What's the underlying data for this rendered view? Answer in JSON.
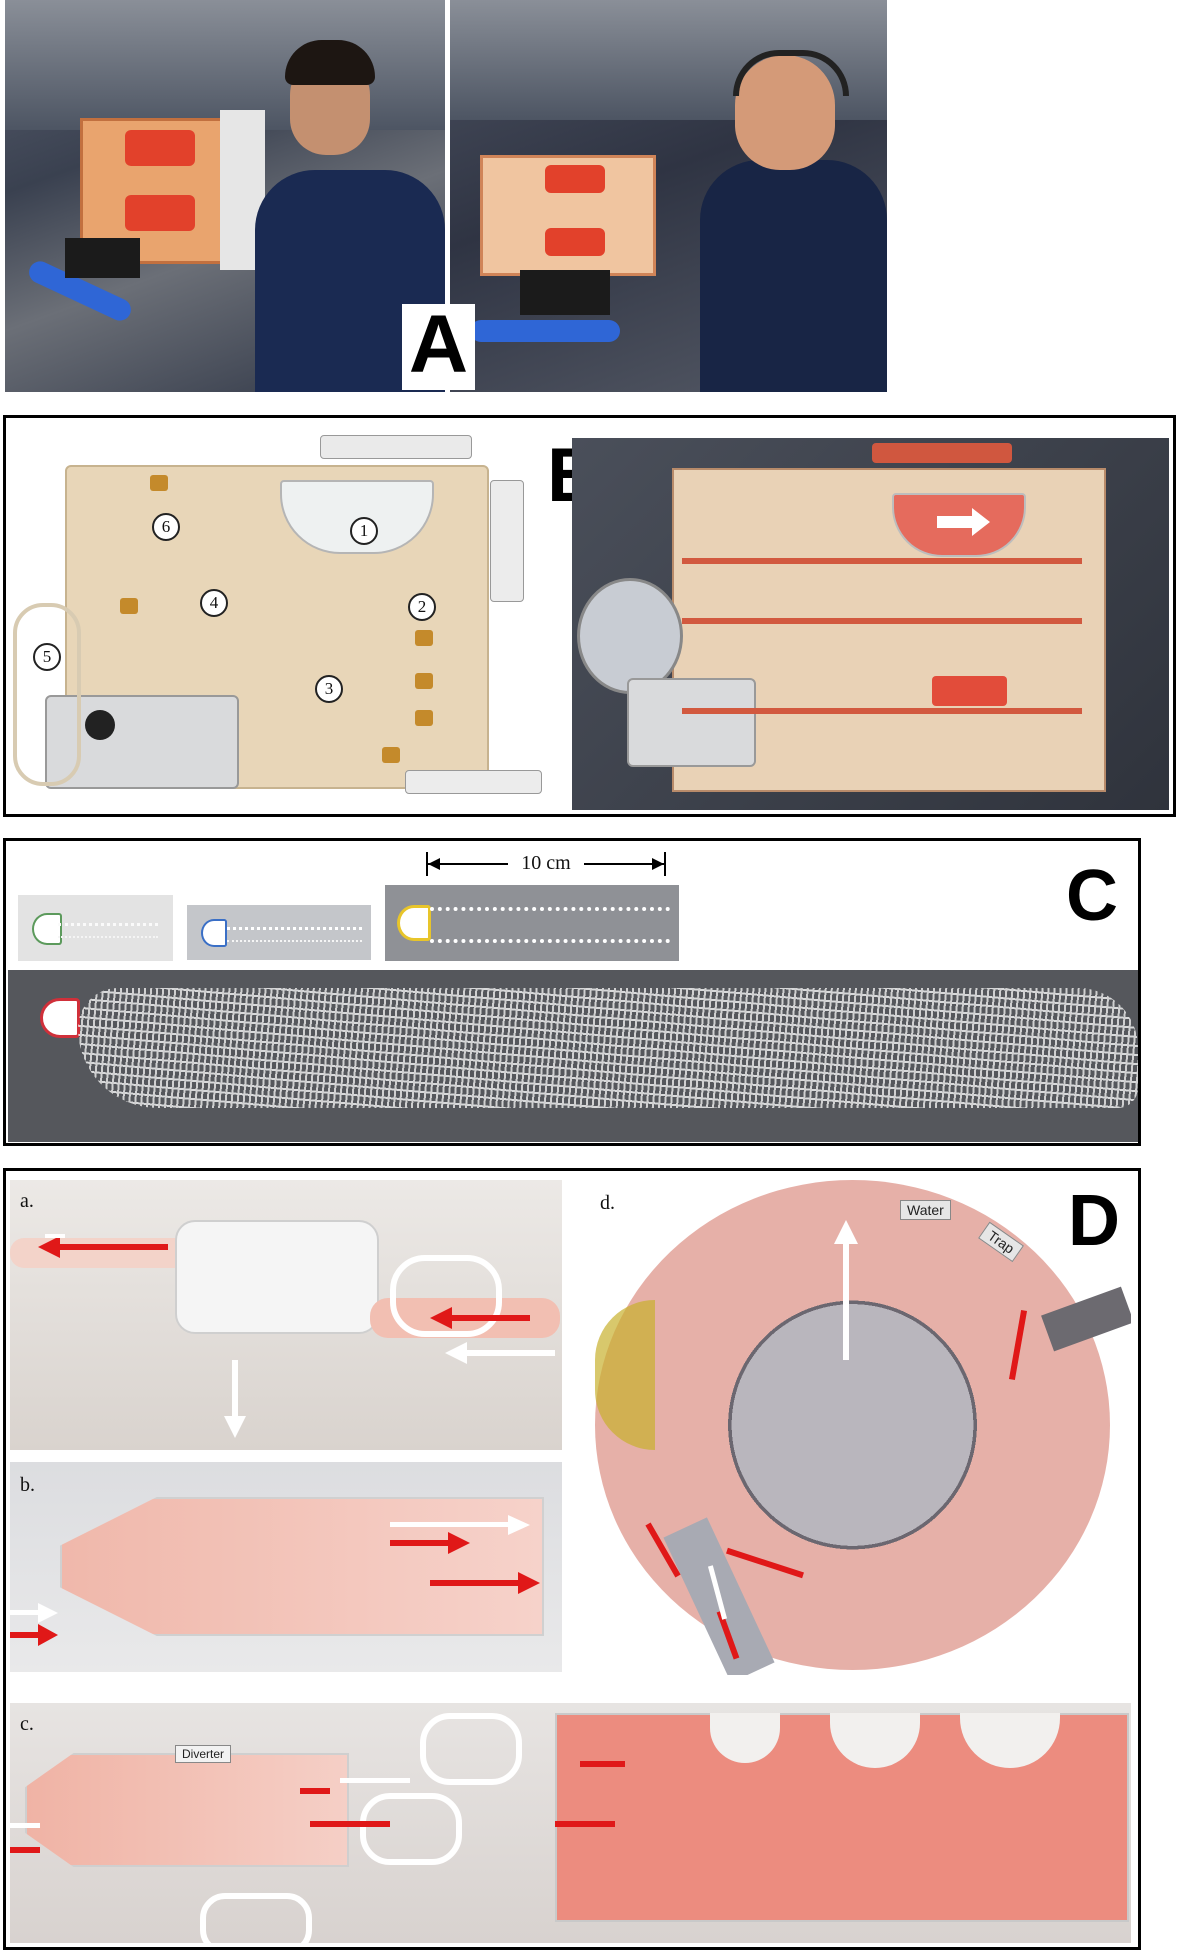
{
  "panels": {
    "A": {
      "letter": "A"
    },
    "B": {
      "letter": "B",
      "markers": [
        "1",
        "2",
        "3",
        "4",
        "5",
        "6"
      ]
    },
    "C": {
      "letter": "C",
      "scale_label": "10 cm"
    },
    "D": {
      "letter": "D",
      "subpanels": [
        "a.",
        "b.",
        "c.",
        "d."
      ],
      "labels": {
        "water": "Water",
        "trap": "Trap",
        "diverter": "Diverter"
      }
    }
  },
  "colors": {
    "flow_red": "#e01818",
    "flow_white": "#ffffff",
    "fluid_pink": "#e8826e",
    "station_blue": "#1c2c55"
  }
}
